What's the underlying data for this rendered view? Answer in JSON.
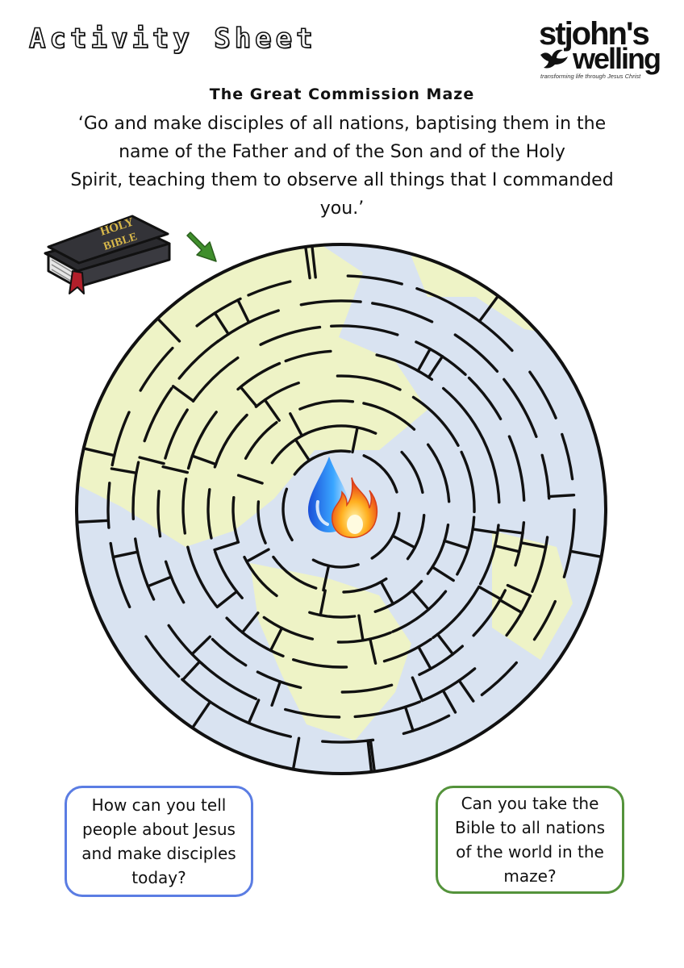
{
  "header": {
    "sheet_title": "Activity Sheet",
    "logo": {
      "line1": "stjohn's",
      "line2": "welling",
      "tagline": "transforming life through Jesus Christ",
      "icon": "dove-icon"
    }
  },
  "maze_title": "The Great Commission Maze",
  "verse_lines": [
    "‘Go and make disciples of all nations, baptising them in the",
    "name of the Father and of the Son and of the Holy",
    "Spirit, teaching them to observe all things that I commanded",
    "you.’"
  ],
  "bible_illustration": {
    "text_line1": "HOLY",
    "text_line2": "BIBLE",
    "icon": "holy-bible-icon"
  },
  "start_arrow": {
    "icon": "arrow-down-right-icon",
    "color": "#3f8e2c"
  },
  "maze": {
    "background_land": "#eef3c6",
    "background_sea": "#d9e3f1",
    "wall_color": "#111111",
    "center_icons": [
      "water-drop-icon",
      "flame-icon"
    ]
  },
  "prompts": {
    "left": {
      "lines": [
        "How can you tell",
        "people about Jesus",
        "and make disciples",
        "today?"
      ],
      "border_color": "#5b7de3"
    },
    "right": {
      "lines": [
        "Can you take the",
        "Bible to all nations",
        "of the world in the",
        "maze?"
      ],
      "border_color": "#54933b"
    }
  }
}
